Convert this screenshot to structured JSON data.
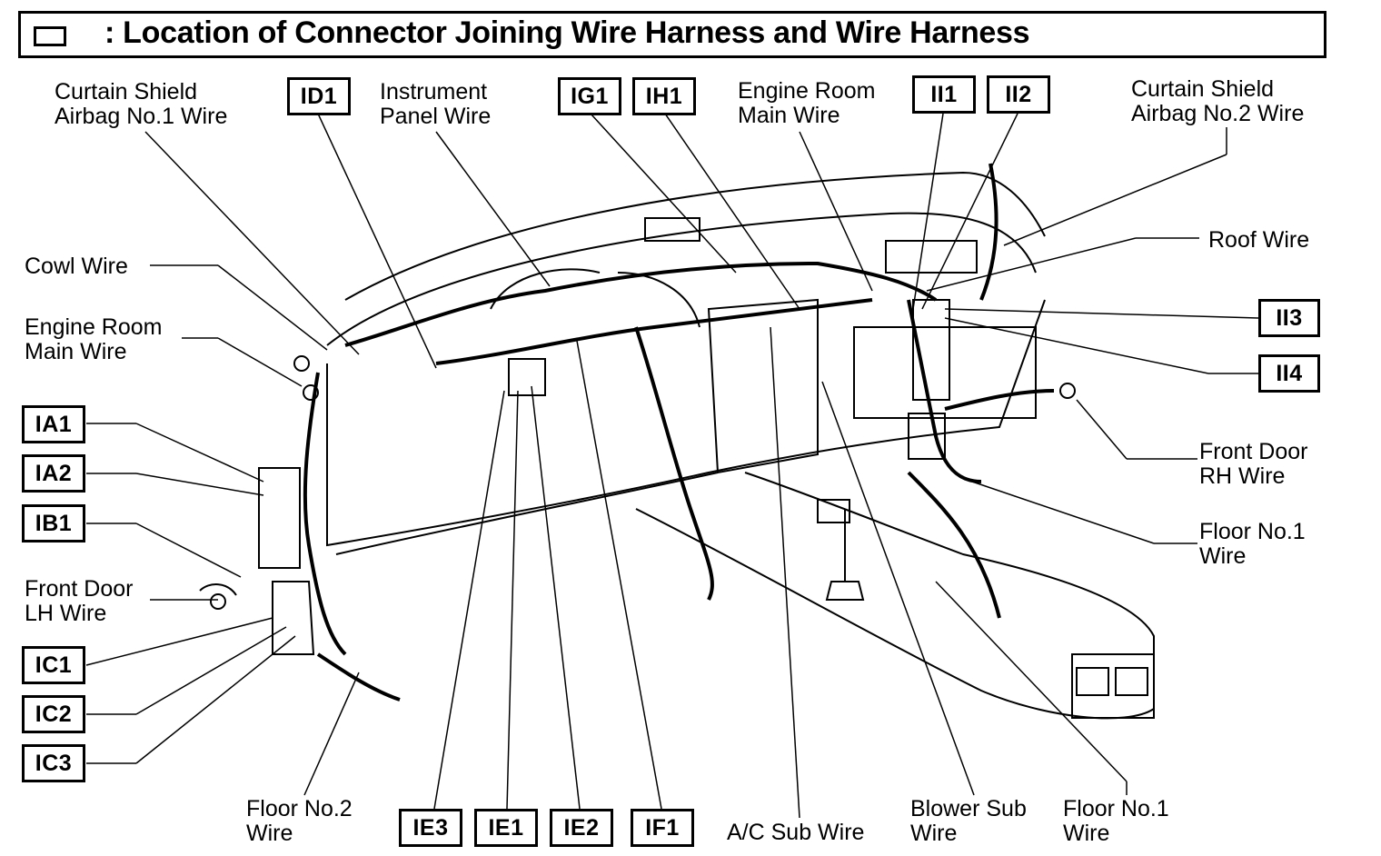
{
  "title": ": Location of Connector Joining Wire Harness and Wire Harness",
  "labels": {
    "curtain_no1": "Curtain Shield\nAirbag No.1 Wire",
    "instrument_panel": "Instrument\nPanel Wire",
    "engine_room_top": "Engine Room\nMain Wire",
    "curtain_no2": "Curtain Shield\nAirbag No.2 Wire",
    "cowl": "Cowl Wire",
    "engine_room_left": "Engine Room\nMain Wire",
    "roof": "Roof Wire",
    "front_door_rh": "Front Door\nRH Wire",
    "floor_no1_right": "Floor No.1\nWire",
    "front_door_lh": "Front Door\nLH Wire",
    "floor_no2": "Floor No.2\nWire",
    "ac_sub": "A/C Sub Wire",
    "blower_sub": "Blower Sub\nWire",
    "floor_no1_bottom": "Floor No.1\nWire"
  },
  "connectors": {
    "ID1": "ID1",
    "IG1": "IG1",
    "IH1": "IH1",
    "II1": "II1",
    "II2": "II2",
    "II3": "II3",
    "II4": "II4",
    "IA1": "IA1",
    "IA2": "IA2",
    "IB1": "IB1",
    "IC1": "IC1",
    "IC2": "IC2",
    "IC3": "IC3",
    "IE3": "IE3",
    "IE1": "IE1",
    "IE2": "IE2",
    "IF1": "IF1"
  }
}
